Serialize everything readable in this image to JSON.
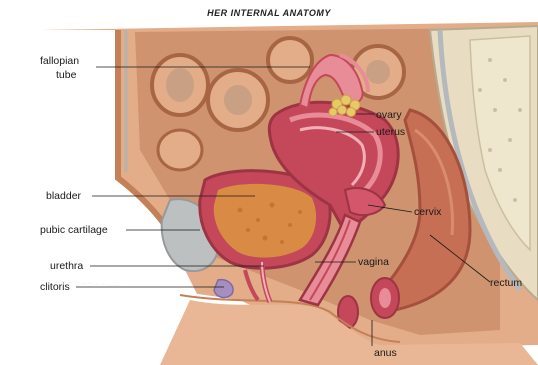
{
  "title": "HER INTERNAL ANATOMY",
  "labels": {
    "fallopian_tube_line1": "fallopian",
    "fallopian_tube_line2": "tube",
    "ovary": "ovary",
    "uterus": "uterus",
    "bladder": "bladder",
    "cervix": "cervix",
    "pubic_cartilage": "pubic cartilage",
    "urethra": "urethra",
    "vagina": "vagina",
    "clitoris": "clitoris",
    "rectum": "rectum",
    "anus": "anus"
  },
  "colors": {
    "background": "#ffffff",
    "body_tissue": "#d9a07c",
    "cavity": "#c98a66",
    "organ_red": "#c4485a",
    "organ_pink": "#e88c98",
    "bladder_fill": "#d88640",
    "cartilage": "#b8bcbc",
    "spine_bone": "#e6dcc0",
    "ovary_yellow": "#e8c868"
  }
}
